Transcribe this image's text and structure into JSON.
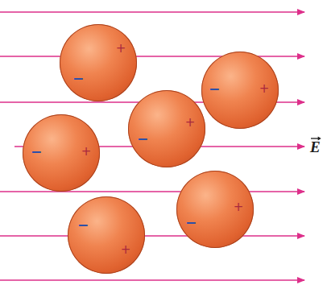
{
  "diagram": {
    "nodes": [
      {
        "text": [
          "−",
          "+"
        ]
      },
      {
        "text": [
          "−",
          "+"
        ]
      },
      {
        "text": [
          "−",
          "+"
        ]
      },
      {
        "text": [
          "−",
          "+"
        ]
      },
      {
        "text": [
          "−",
          "+"
        ]
      },
      {
        "text": [
          "−",
          "+"
        ]
      }
    ],
    "labels": [
      "E"
    ]
  }
}
